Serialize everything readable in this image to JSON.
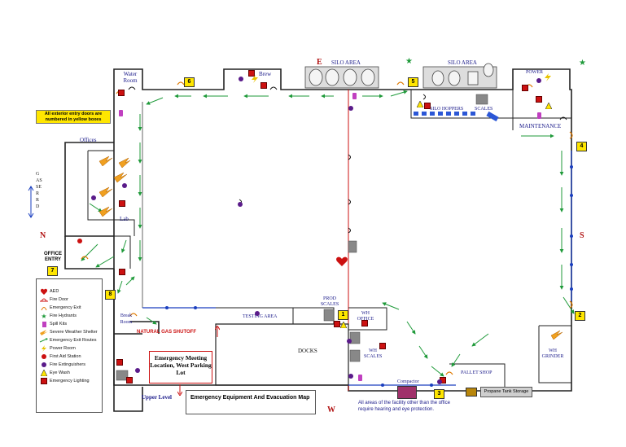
{
  "compass": {
    "north": "N",
    "south": "S",
    "east": "E",
    "west": "W"
  },
  "road_label": "GASSER RD",
  "note_box": "All exterior entry doors are numbered in yellow boxes",
  "rooms": {
    "water_room": "Water Room",
    "brew": "Brew",
    "silo_area_left": "SILO AREA",
    "silo_area_right": "SILO AREA",
    "power": "POWER",
    "silo_hoppers": "SILO HOPPERS",
    "scales": "SCALES",
    "maintenance": "MAINTENANCE",
    "offices": "Offices",
    "lab": "Lab",
    "office_entry": "OFFICE ENTRY",
    "break_room": "Break Room",
    "testing_area": "TESTING AREA",
    "prod_scales": "PROD SCALES",
    "wh_office": "WH OFFICE",
    "wh_scales": "WH SCALES",
    "docks": "DOCKS",
    "compactor": "Compactor",
    "pallet_shop": "PALLET SHOP",
    "wh_grinder": "WH GRINDER",
    "propane": "Propane Tank Storage"
  },
  "exits": [
    "1",
    "2",
    "3",
    "4",
    "5",
    "6",
    "7",
    "8"
  ],
  "gas_shutoff": "NATURAL GAS SHUTOFF",
  "meeting_box": "Emergency Meeting Location, West Parking Lot",
  "upper_level": "Upper Level",
  "map_title": "Emergency Equipment And Evacuation Map",
  "footer_note": "All areas of the facility other than the office require hearing and eye protection.",
  "legend": [
    {
      "icon": "aed-icon",
      "label": "AED"
    },
    {
      "icon": "fire-door-icon",
      "label": "Fire Door"
    },
    {
      "icon": "emergency-exit-icon",
      "label": "Emergency Exit"
    },
    {
      "icon": "fire-hydrant-icon",
      "label": "Fire Hydrants"
    },
    {
      "icon": "spill-kit-icon",
      "label": "Spill Kits"
    },
    {
      "icon": "severe-weather-shelter-icon",
      "label": "Severe Weather Shelter"
    },
    {
      "icon": "emergency-exit-routes-icon",
      "label": "Emergency Exit Routes"
    },
    {
      "icon": "power-room-icon",
      "label": "Power Room"
    },
    {
      "icon": "first-aid-station-icon",
      "label": "First Aid Station"
    },
    {
      "icon": "fire-extinguisher-icon",
      "label": "Fire Extinguishers"
    },
    {
      "icon": "eye-wash-icon",
      "label": "Eye Wash"
    },
    {
      "icon": "emergency-lighting-icon",
      "label": "Emergency Lighting"
    }
  ],
  "colors": {
    "exit_box": "#ffe600",
    "route": "#1f9a3a",
    "fire_door": "#cc1111",
    "extinguisher": "#5a1b8a",
    "text_blue": "#1a1a8a"
  }
}
